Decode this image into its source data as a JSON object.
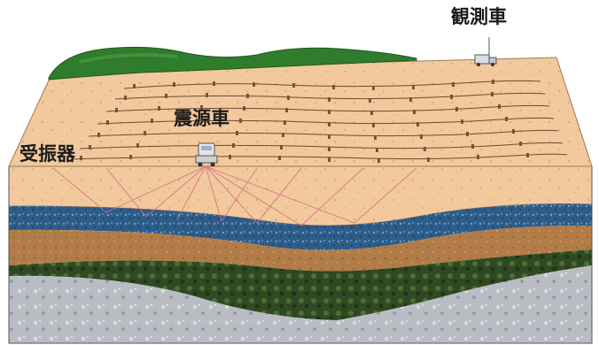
{
  "labels": {
    "observation_vehicle": "観測車",
    "source_vehicle": "震源車",
    "receivers": "受振器"
  },
  "colors": {
    "surface": "#f2c99c",
    "surface_dark": "#e8b583",
    "hill": "#2f7d2c",
    "blue_layer": "#2f5f8c",
    "brown_layer": "#b07a45",
    "green_layer": "#3f5a2a",
    "gray_layer": "#b8bcc2",
    "ray": "#d9708a"
  },
  "icons": {
    "geophone": "geophone-icon",
    "source_truck": "vibroseis-truck-icon",
    "obs_truck": "recording-truck-icon"
  }
}
